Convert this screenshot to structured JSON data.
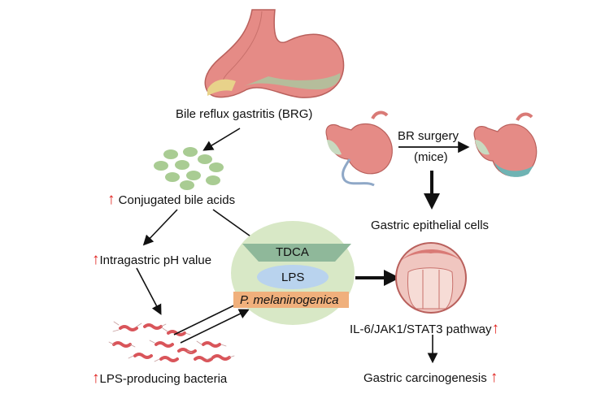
{
  "labels": {
    "brg": "Bile reflux gastritis (BRG)",
    "conj": "Conjugated bile acids",
    "ph": "Intragastric pH value",
    "lps_bact": "LPS-producing bacteria",
    "br_surgery": "BR surgery",
    "mice": "(mice)",
    "gec": "Gastric epithelial cells",
    "il6": "IL-6/JAK1/STAT3 pathway",
    "gc": "Gastric carcinogenesis",
    "tdca": "TDCA",
    "lps": "LPS",
    "pmel": "P. melaninogenica"
  },
  "up_arrow": "↑",
  "icons": [
    "stomach-icon",
    "bile-acid-dots-icon",
    "bacteria-icon",
    "mouse-stomach-icon",
    "epithelium-icon"
  ],
  "colors": {
    "up_arrow": "#e0201c",
    "circle": "#d8e8c6",
    "tdca": "#8fb89a",
    "lps": "#b9d3ee",
    "pmel": "#f0b07c",
    "dots": "#a9cc93",
    "stomach": "#e58b86"
  }
}
